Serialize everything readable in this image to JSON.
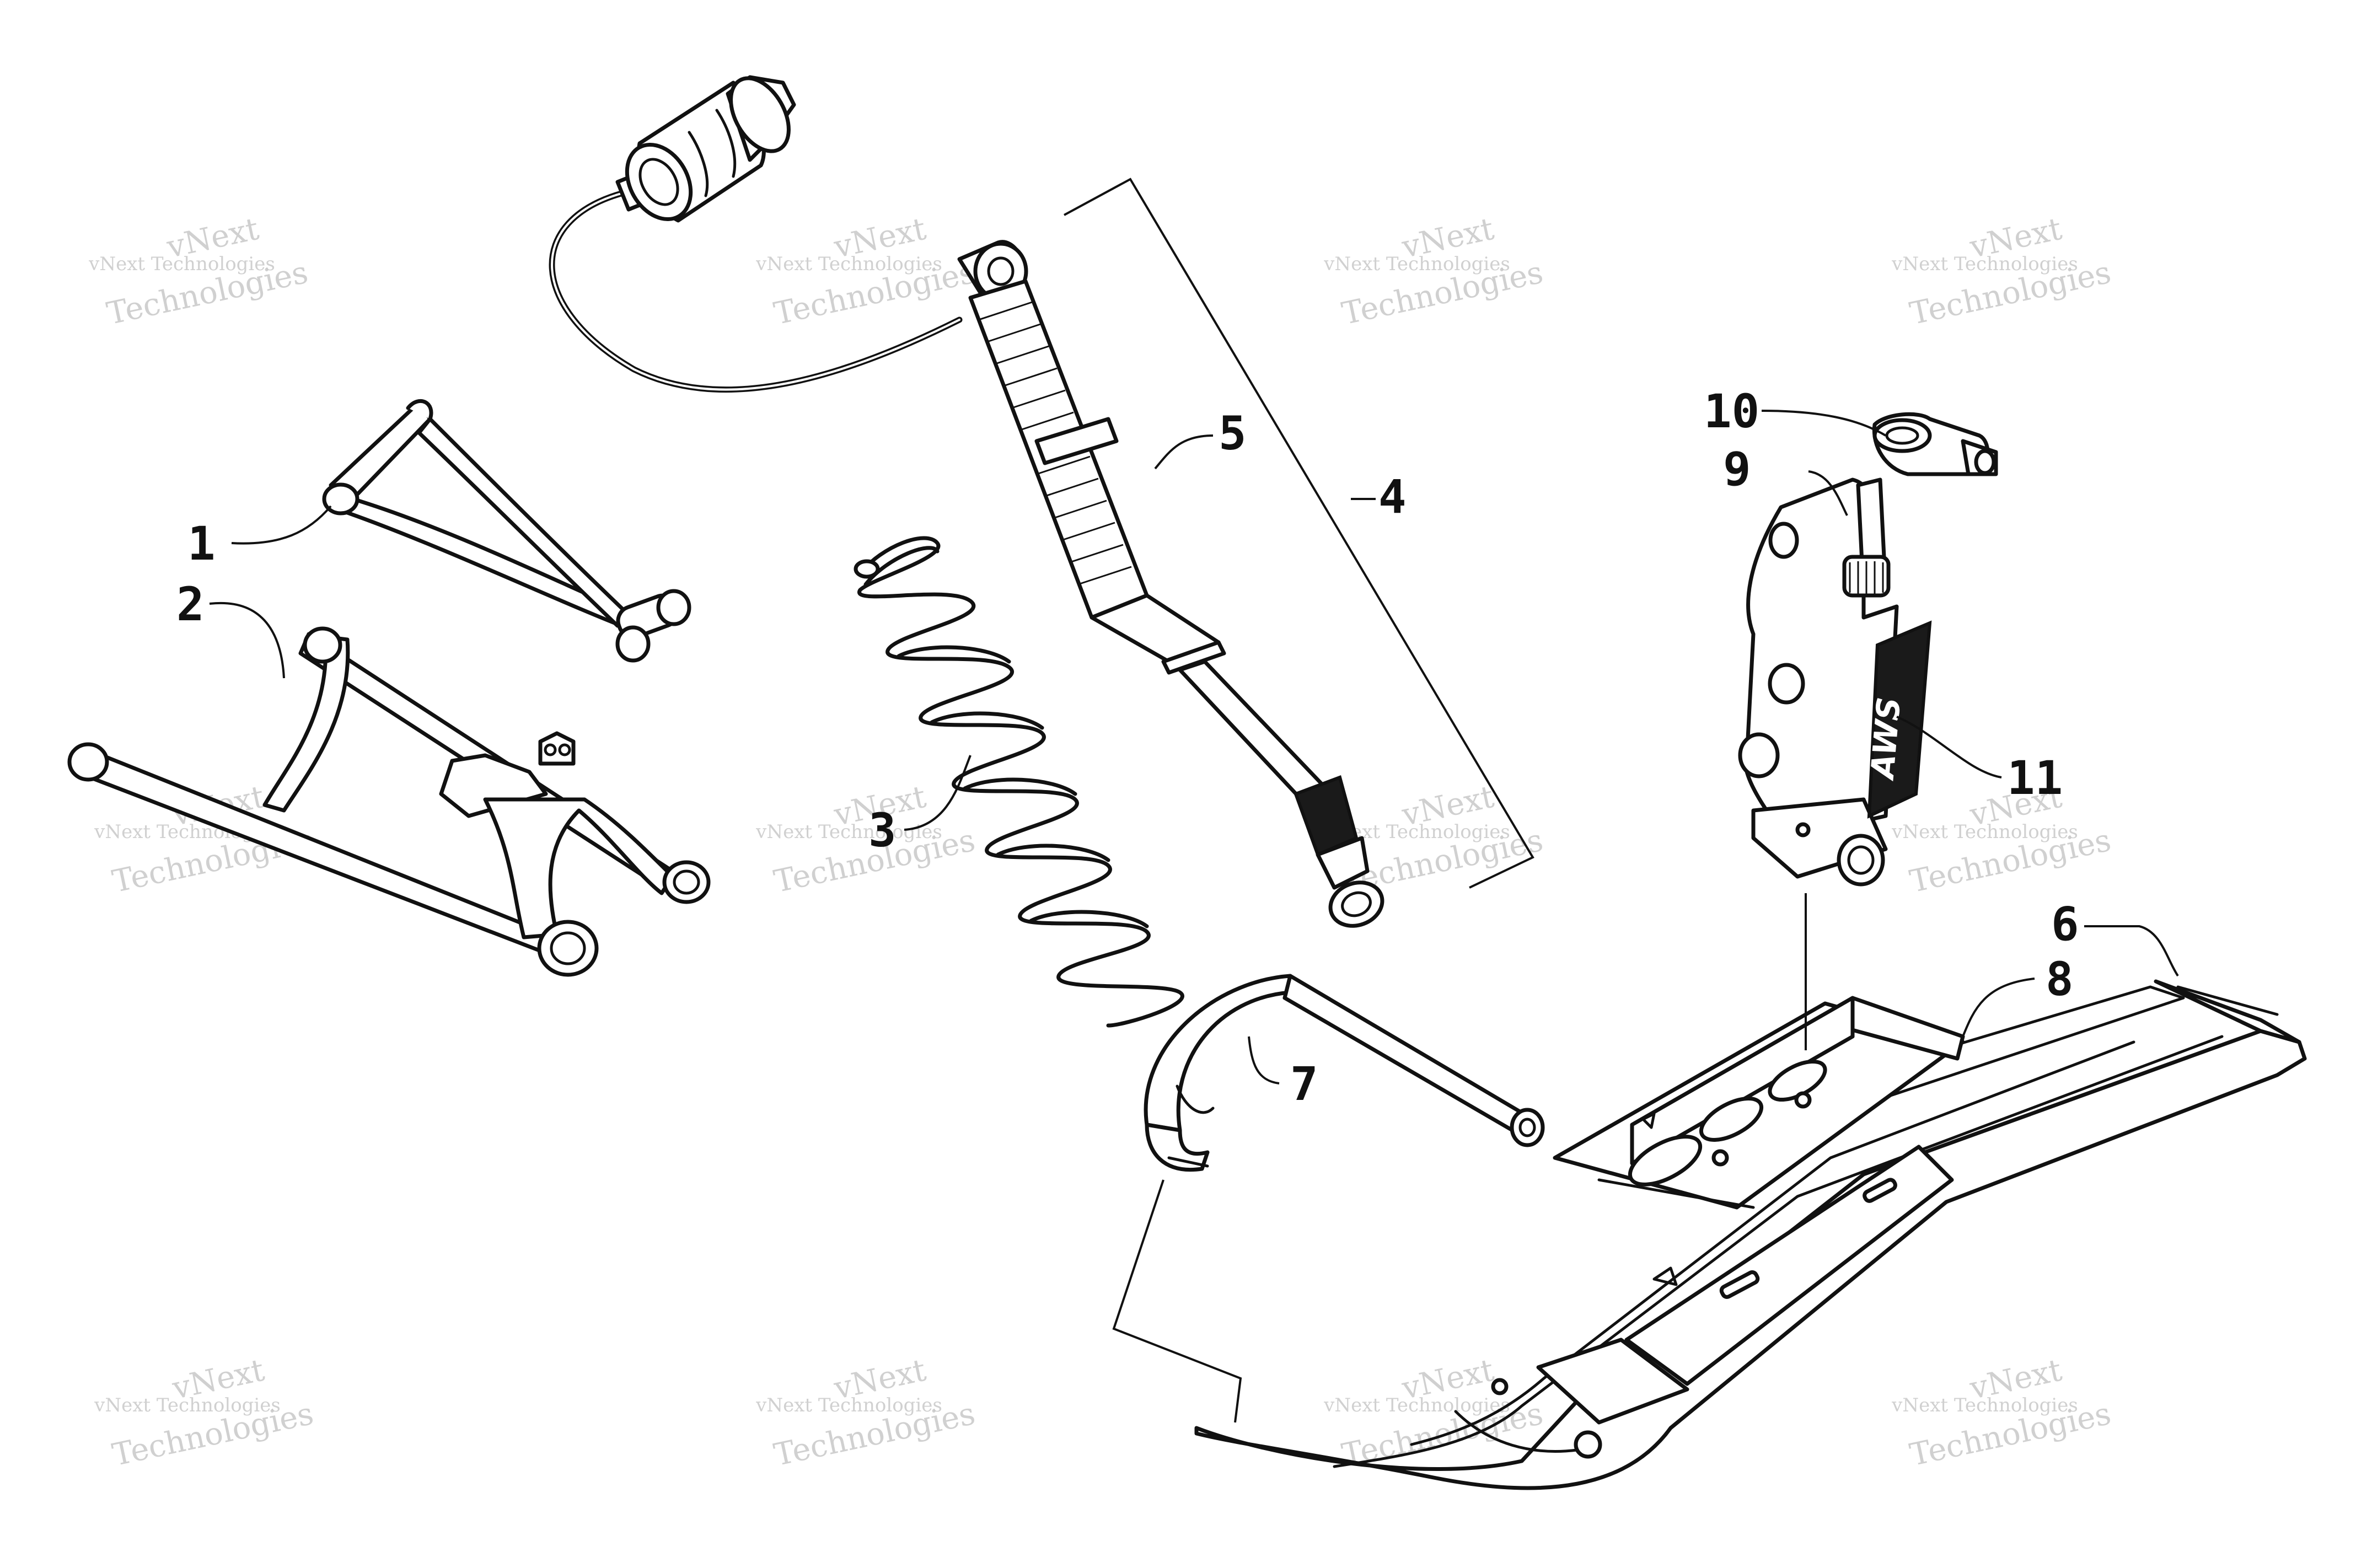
{
  "diagram": {
    "callouts": [
      "1",
      "2",
      "3",
      "4",
      "5",
      "6",
      "7",
      "8",
      "9",
      "10",
      "11"
    ],
    "watermark": {
      "line1": "vNext Technologies",
      "line2a": "vNext",
      "line2b": "Technologies"
    },
    "decal_text": "AWS"
  }
}
